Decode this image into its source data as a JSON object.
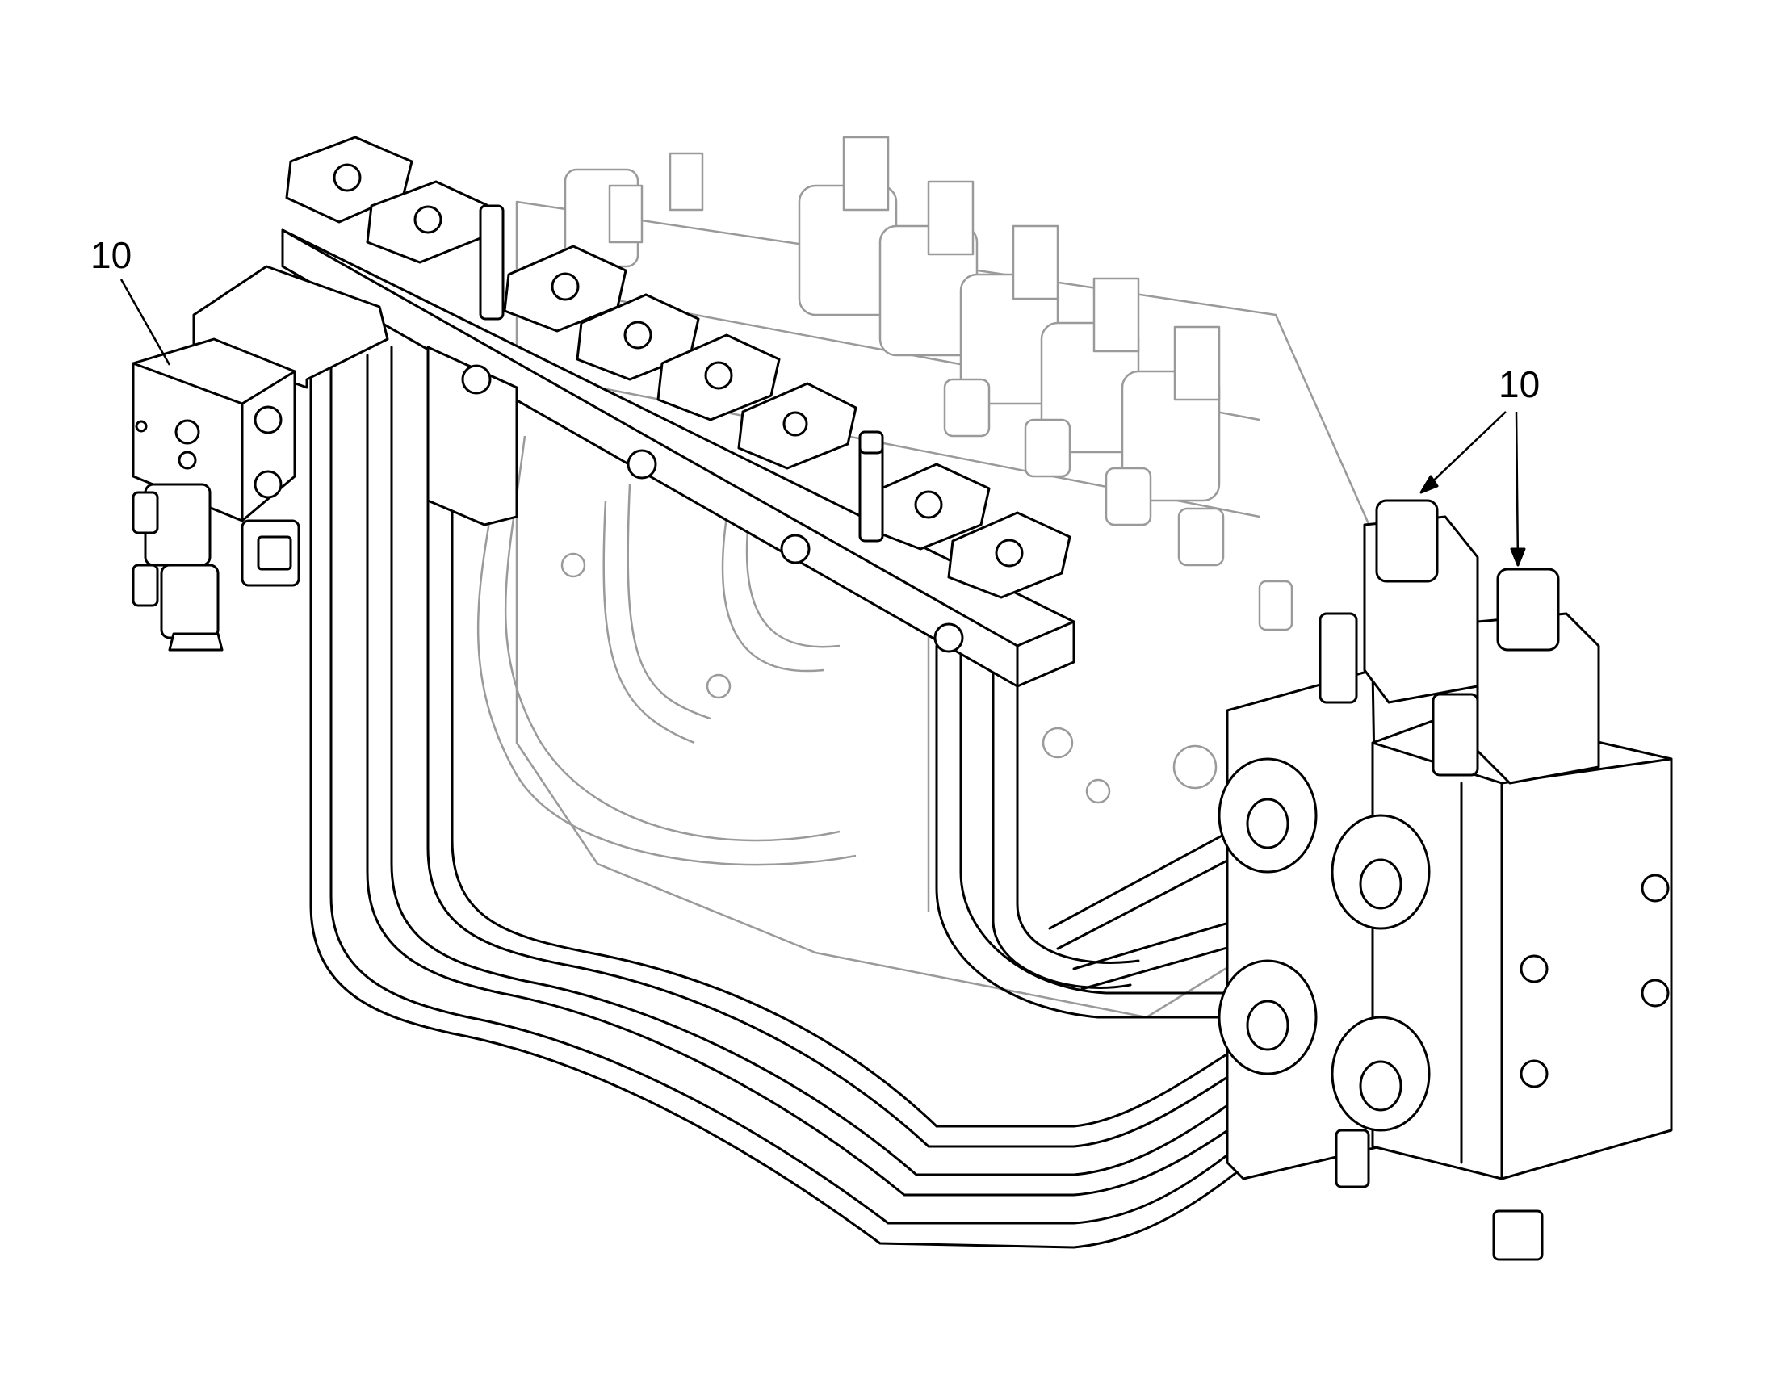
{
  "callouts": [
    {
      "id": "c1",
      "label": "10"
    },
    {
      "id": "c2",
      "label": "10"
    }
  ],
  "colors": {
    "ink": "#000000",
    "ghost": "#9a9a9a",
    "background": "#ffffff"
  }
}
